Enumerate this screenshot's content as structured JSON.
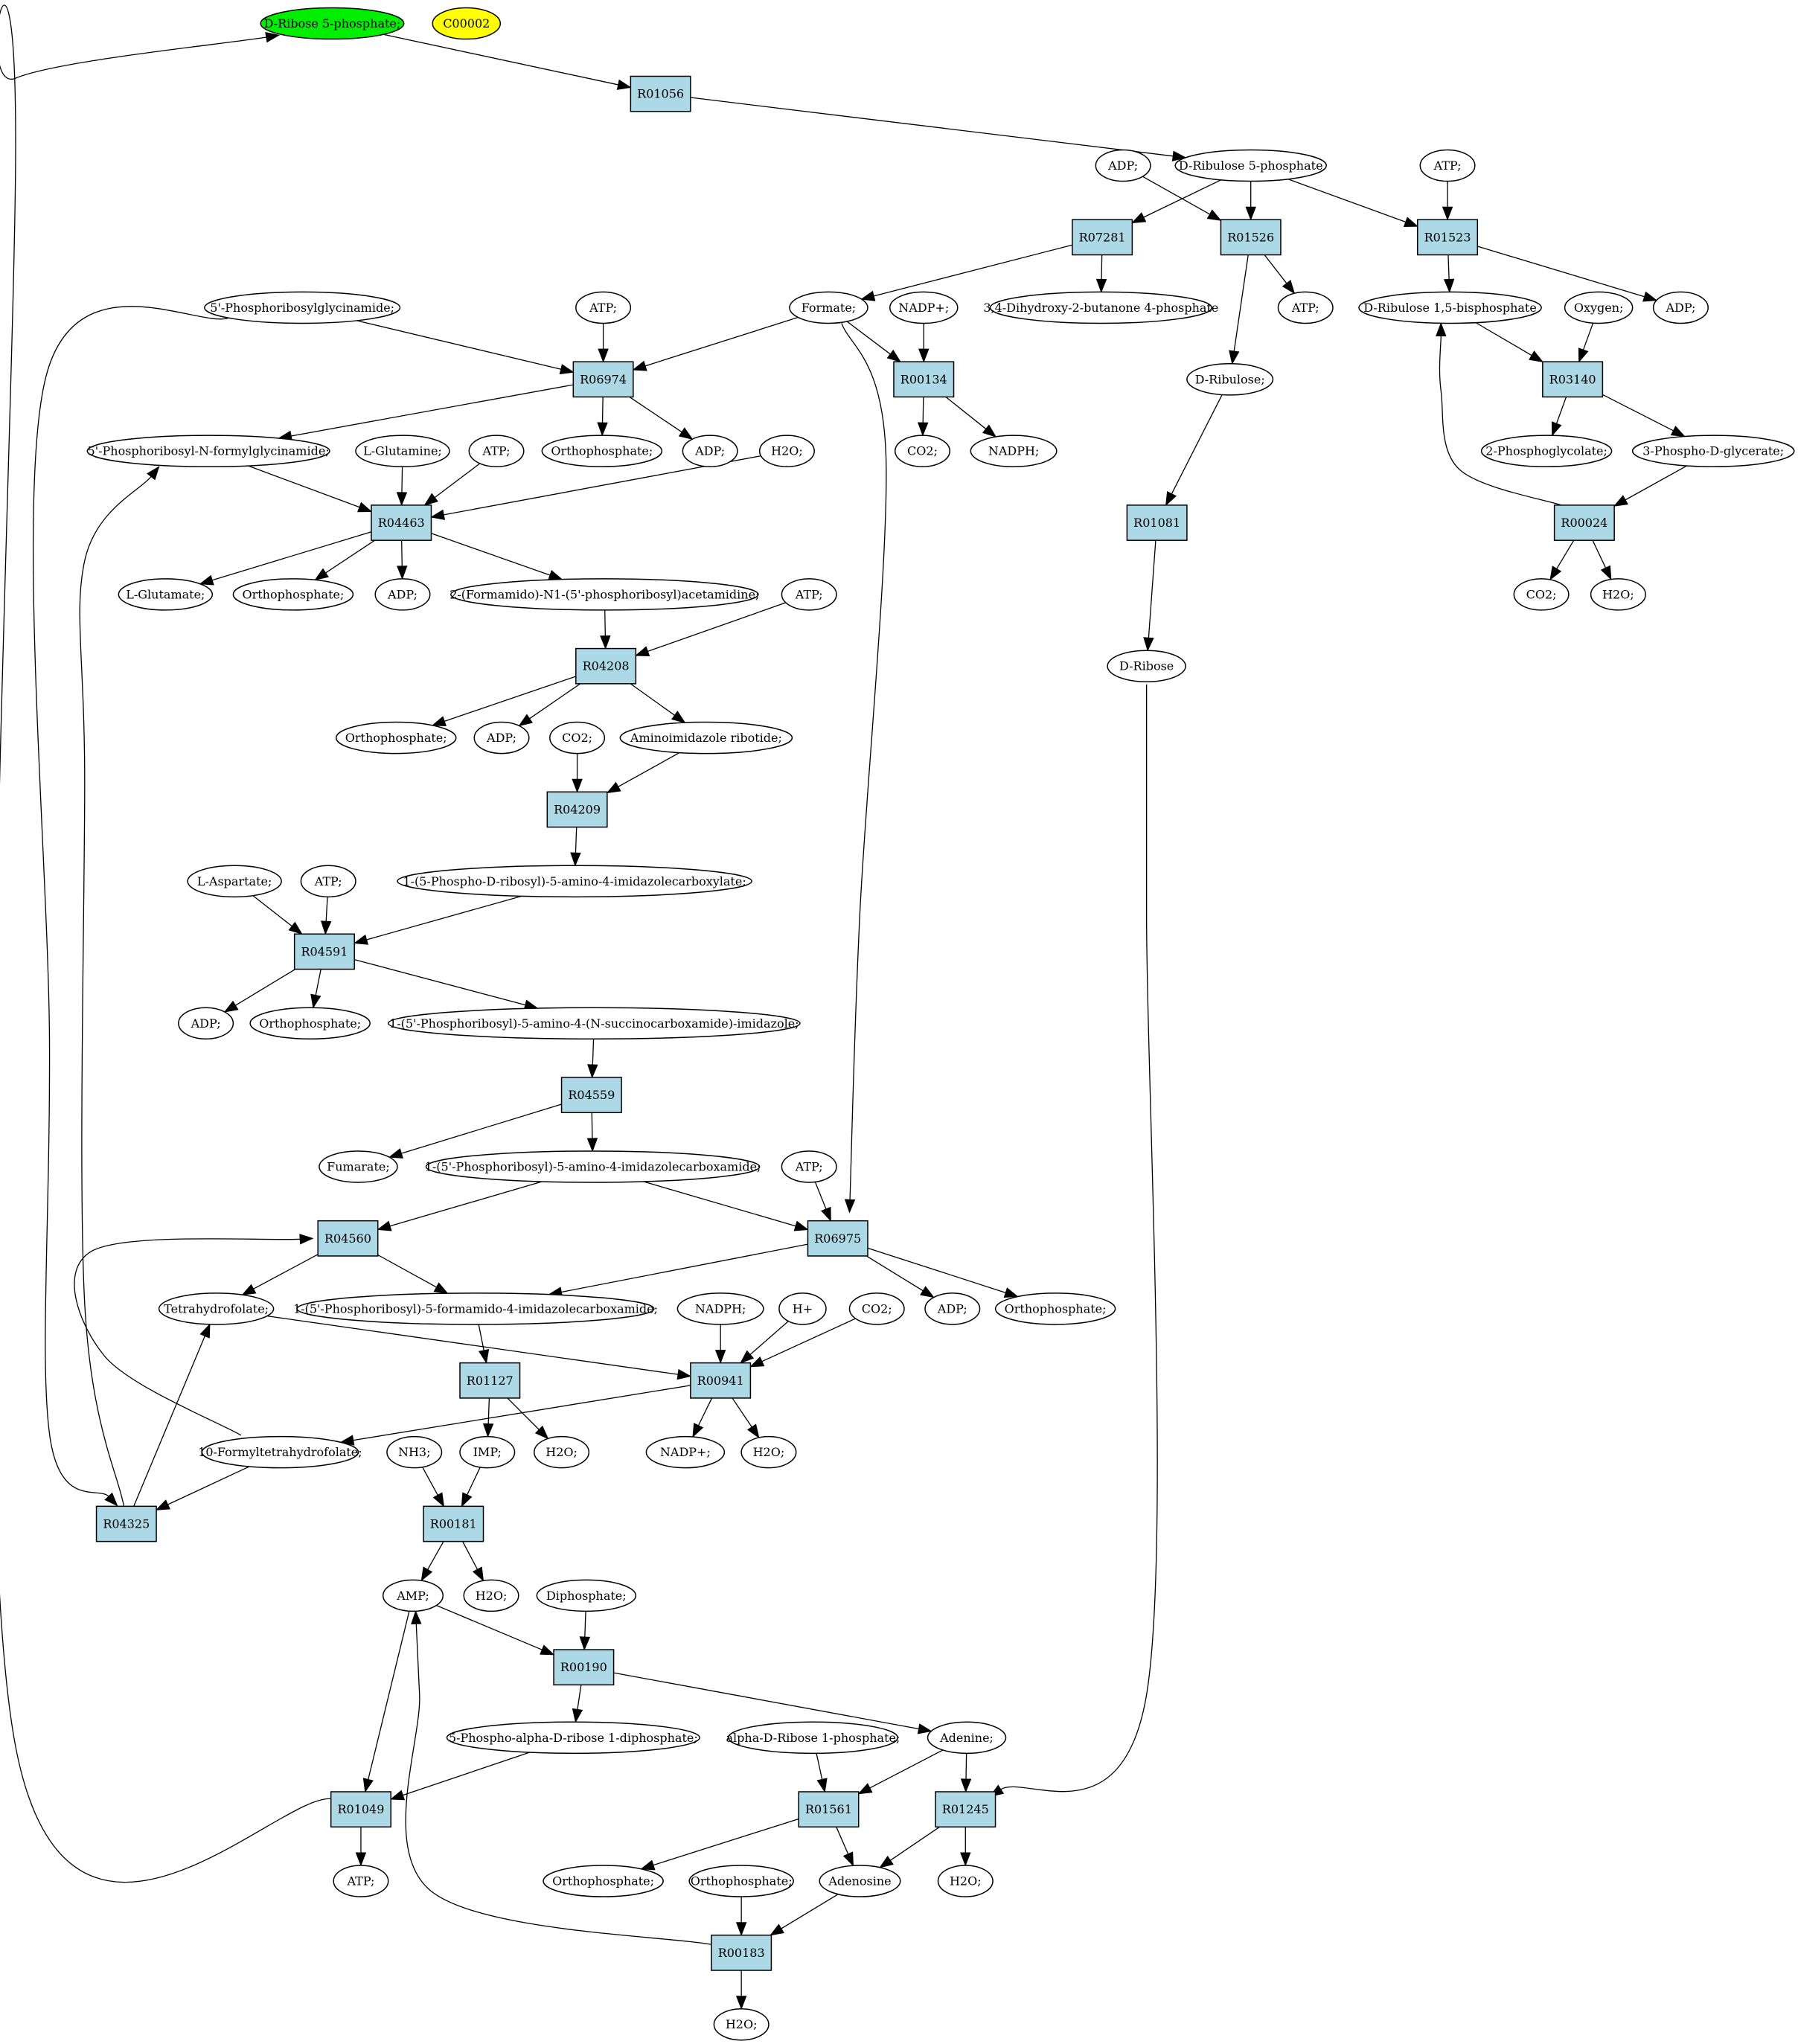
{
  "nodes": [
    {
      "id": "n1",
      "label": "D-Ribose 5-phosphate;",
      "kind": "compound",
      "fill": "#00ee00"
    },
    {
      "id": "n2",
      "label": "C00002",
      "kind": "compound",
      "fill": "#ffff00"
    },
    {
      "id": "r1",
      "label": "R01056",
      "kind": "reaction",
      "fill": "#add8e6"
    },
    {
      "id": "n3",
      "label": "ADP;",
      "kind": "compound"
    },
    {
      "id": "n4",
      "label": "D-Ribulose 5-phosphate",
      "kind": "compound"
    },
    {
      "id": "n5",
      "label": "ATP;",
      "kind": "compound"
    },
    {
      "id": "r2",
      "label": "R07281",
      "kind": "reaction",
      "fill": "#add8e6"
    },
    {
      "id": "r3",
      "label": "R01526",
      "kind": "reaction",
      "fill": "#add8e6"
    },
    {
      "id": "r4",
      "label": "R01523",
      "kind": "reaction",
      "fill": "#add8e6"
    },
    {
      "id": "n6",
      "label": "5'-Phosphoribosylglycinamide;",
      "kind": "compound"
    },
    {
      "id": "n7",
      "label": "ATP;",
      "kind": "compound"
    },
    {
      "id": "n8",
      "label": "Formate;",
      "kind": "compound"
    },
    {
      "id": "n9",
      "label": "NADP+;",
      "kind": "compound"
    },
    {
      "id": "n10",
      "label": "3,4-Dihydroxy-2-butanone 4-phosphate",
      "kind": "compound"
    },
    {
      "id": "n11",
      "label": "ATP;",
      "kind": "compound"
    },
    {
      "id": "n12",
      "label": "D-Ribulose 1,5-bisphosphate",
      "kind": "compound"
    },
    {
      "id": "n13",
      "label": "Oxygen;",
      "kind": "compound"
    },
    {
      "id": "n14",
      "label": "ADP;",
      "kind": "compound"
    },
    {
      "id": "r5",
      "label": "R06974",
      "kind": "reaction",
      "fill": "#add8e6"
    },
    {
      "id": "r6",
      "label": "R00134",
      "kind": "reaction",
      "fill": "#add8e6"
    },
    {
      "id": "n15",
      "label": "D-Ribulose;",
      "kind": "compound"
    },
    {
      "id": "r7",
      "label": "R03140",
      "kind": "reaction",
      "fill": "#add8e6"
    },
    {
      "id": "n16",
      "label": "5'-Phosphoribosyl-N-formylglycinamide;",
      "kind": "compound"
    },
    {
      "id": "n17",
      "label": "L-Glutamine;",
      "kind": "compound"
    },
    {
      "id": "n18",
      "label": "ATP;",
      "kind": "compound"
    },
    {
      "id": "n19",
      "label": "Orthophosphate;",
      "kind": "compound"
    },
    {
      "id": "n20",
      "label": "ADP;",
      "kind": "compound"
    },
    {
      "id": "n21",
      "label": "H2O;",
      "kind": "compound"
    },
    {
      "id": "n22",
      "label": "CO2;",
      "kind": "compound"
    },
    {
      "id": "n23",
      "label": "NADPH;",
      "kind": "compound"
    },
    {
      "id": "n24",
      "label": "2-Phosphoglycolate;",
      "kind": "compound"
    },
    {
      "id": "n25",
      "label": "3-Phospho-D-glycerate;",
      "kind": "compound"
    },
    {
      "id": "r8",
      "label": "R04463",
      "kind": "reaction",
      "fill": "#add8e6"
    },
    {
      "id": "r9",
      "label": "R01081",
      "kind": "reaction",
      "fill": "#add8e6"
    },
    {
      "id": "r10",
      "label": "R00024",
      "kind": "reaction",
      "fill": "#add8e6"
    },
    {
      "id": "n26",
      "label": "L-Glutamate;",
      "kind": "compound"
    },
    {
      "id": "n27",
      "label": "Orthophosphate;",
      "kind": "compound"
    },
    {
      "id": "n28",
      "label": "ADP;",
      "kind": "compound"
    },
    {
      "id": "n29",
      "label": "2-(Formamido)-N1-(5'-phosphoribosyl)acetamidine;",
      "kind": "compound"
    },
    {
      "id": "n30",
      "label": "ATP;",
      "kind": "compound"
    },
    {
      "id": "n31",
      "label": "CO2;",
      "kind": "compound"
    },
    {
      "id": "n32",
      "label": "H2O;",
      "kind": "compound"
    },
    {
      "id": "r11",
      "label": "R04208",
      "kind": "reaction",
      "fill": "#add8e6"
    },
    {
      "id": "n33",
      "label": "D-Ribose",
      "kind": "compound"
    },
    {
      "id": "n34",
      "label": "Orthophosphate;",
      "kind": "compound"
    },
    {
      "id": "n35",
      "label": "ADP;",
      "kind": "compound"
    },
    {
      "id": "n36",
      "label": "CO2;",
      "kind": "compound"
    },
    {
      "id": "n37",
      "label": "Aminoimidazole ribotide;",
      "kind": "compound"
    },
    {
      "id": "r12",
      "label": "R04209",
      "kind": "reaction",
      "fill": "#add8e6"
    },
    {
      "id": "n38",
      "label": "L-Aspartate;",
      "kind": "compound"
    },
    {
      "id": "n39",
      "label": "ATP;",
      "kind": "compound"
    },
    {
      "id": "n40",
      "label": "1-(5-Phospho-D-ribosyl)-5-amino-4-imidazolecarboxylate;",
      "kind": "compound"
    },
    {
      "id": "r13",
      "label": "R04591",
      "kind": "reaction",
      "fill": "#add8e6"
    },
    {
      "id": "n41",
      "label": "ADP;",
      "kind": "compound"
    },
    {
      "id": "n42",
      "label": "Orthophosphate;",
      "kind": "compound"
    },
    {
      "id": "n43",
      "label": "1-(5'-Phosphoribosyl)-5-amino-4-(N-succinocarboxamide)-imidazole;",
      "kind": "compound"
    },
    {
      "id": "r14",
      "label": "R04559",
      "kind": "reaction",
      "fill": "#add8e6"
    },
    {
      "id": "n44",
      "label": "Fumarate;",
      "kind": "compound"
    },
    {
      "id": "n45",
      "label": "1-(5'-Phosphoribosyl)-5-amino-4-imidazolecarboxamide;",
      "kind": "compound"
    },
    {
      "id": "n46",
      "label": "ATP;",
      "kind": "compound"
    },
    {
      "id": "r15",
      "label": "R04560",
      "kind": "reaction",
      "fill": "#add8e6"
    },
    {
      "id": "r16",
      "label": "R06975",
      "kind": "reaction",
      "fill": "#add8e6"
    },
    {
      "id": "n47",
      "label": "Tetrahydrofolate;",
      "kind": "compound"
    },
    {
      "id": "n48",
      "label": "1-(5'-Phosphoribosyl)-5-formamido-4-imidazolecarboxamide;",
      "kind": "compound"
    },
    {
      "id": "n49",
      "label": "NADPH;",
      "kind": "compound"
    },
    {
      "id": "n50",
      "label": "H+",
      "kind": "compound"
    },
    {
      "id": "n51",
      "label": "CO2;",
      "kind": "compound"
    },
    {
      "id": "n52",
      "label": "ADP;",
      "kind": "compound"
    },
    {
      "id": "n53",
      "label": "Orthophosphate;",
      "kind": "compound"
    },
    {
      "id": "r17",
      "label": "R01127",
      "kind": "reaction",
      "fill": "#add8e6"
    },
    {
      "id": "r18",
      "label": "R00941",
      "kind": "reaction",
      "fill": "#add8e6"
    },
    {
      "id": "n54",
      "label": "10-Formyltetrahydrofolate;",
      "kind": "compound"
    },
    {
      "id": "n55",
      "label": "NH3;",
      "kind": "compound"
    },
    {
      "id": "n56",
      "label": "IMP;",
      "kind": "compound"
    },
    {
      "id": "n57",
      "label": "H2O;",
      "kind": "compound"
    },
    {
      "id": "n58",
      "label": "NADP+;",
      "kind": "compound"
    },
    {
      "id": "n59",
      "label": "H2O;",
      "kind": "compound"
    },
    {
      "id": "r19",
      "label": "R04325",
      "kind": "reaction",
      "fill": "#add8e6"
    },
    {
      "id": "r20",
      "label": "R00181",
      "kind": "reaction",
      "fill": "#add8e6"
    },
    {
      "id": "n60",
      "label": "AMP;",
      "kind": "compound"
    },
    {
      "id": "n61",
      "label": "H2O;",
      "kind": "compound"
    },
    {
      "id": "n62",
      "label": "Diphosphate;",
      "kind": "compound"
    },
    {
      "id": "r21",
      "label": "R00190",
      "kind": "reaction",
      "fill": "#add8e6"
    },
    {
      "id": "n63",
      "label": "5-Phospho-alpha-D-ribose 1-diphosphate;",
      "kind": "compound"
    },
    {
      "id": "n64",
      "label": "alpha-D-Ribose 1-phosphate;",
      "kind": "compound"
    },
    {
      "id": "n65",
      "label": "Adenine;",
      "kind": "compound"
    },
    {
      "id": "r22",
      "label": "R01049",
      "kind": "reaction",
      "fill": "#add8e6"
    },
    {
      "id": "r23",
      "label": "R01561",
      "kind": "reaction",
      "fill": "#add8e6"
    },
    {
      "id": "r24",
      "label": "R01245",
      "kind": "reaction",
      "fill": "#add8e6"
    },
    {
      "id": "n66",
      "label": "ATP;",
      "kind": "compound"
    },
    {
      "id": "n67",
      "label": "Orthophosphate;",
      "kind": "compound"
    },
    {
      "id": "n68",
      "label": "Orthophosphate;",
      "kind": "compound"
    },
    {
      "id": "n69",
      "label": "Adenosine",
      "kind": "compound"
    },
    {
      "id": "n70",
      "label": "H2O;",
      "kind": "compound"
    },
    {
      "id": "r25",
      "label": "R00183",
      "kind": "reaction",
      "fill": "#add8e6"
    },
    {
      "id": "n71",
      "label": "H2O;",
      "kind": "compound"
    }
  ],
  "edges": [
    [
      "n1",
      "r1"
    ],
    [
      "r1",
      "n4"
    ],
    [
      "n4",
      "r2"
    ],
    [
      "n3",
      "r3"
    ],
    [
      "n4",
      "r3"
    ],
    [
      "n4",
      "r4"
    ],
    [
      "n5",
      "r4"
    ],
    [
      "r2",
      "n8"
    ],
    [
      "r2",
      "n10"
    ],
    [
      "r3",
      "n11"
    ],
    [
      "r3",
      "n15"
    ],
    [
      "r4",
      "n12"
    ],
    [
      "r4",
      "n14"
    ],
    [
      "n6",
      "r5"
    ],
    [
      "n7",
      "r5"
    ],
    [
      "n8",
      "r5"
    ],
    [
      "n8",
      "r6"
    ],
    [
      "n9",
      "r6"
    ],
    [
      "n8",
      "r16"
    ],
    [
      "n12",
      "r7"
    ],
    [
      "n13",
      "r7"
    ],
    [
      "r7",
      "n24"
    ],
    [
      "r7",
      "n25"
    ],
    [
      "n25",
      "r10"
    ],
    [
      "r10",
      "n12"
    ],
    [
      "r10",
      "n31"
    ],
    [
      "r10",
      "n32"
    ],
    [
      "r5",
      "n16"
    ],
    [
      "r5",
      "n19"
    ],
    [
      "r5",
      "n20"
    ],
    [
      "r6",
      "n22"
    ],
    [
      "r6",
      "n23"
    ],
    [
      "n15",
      "r9"
    ],
    [
      "r9",
      "n33"
    ],
    [
      "n33",
      "r24"
    ],
    [
      "n16",
      "r8"
    ],
    [
      "n17",
      "r8"
    ],
    [
      "n18",
      "r8"
    ],
    [
      "n21",
      "r8"
    ],
    [
      "r8",
      "n26"
    ],
    [
      "r8",
      "n27"
    ],
    [
      "r8",
      "n28"
    ],
    [
      "r8",
      "n29"
    ],
    [
      "n29",
      "r11"
    ],
    [
      "n30",
      "r11"
    ],
    [
      "r11",
      "n34"
    ],
    [
      "r11",
      "n35"
    ],
    [
      "r11",
      "n37"
    ],
    [
      "n36",
      "r12"
    ],
    [
      "n37",
      "r12"
    ],
    [
      "r12",
      "n40"
    ],
    [
      "n38",
      "r13"
    ],
    [
      "n39",
      "r13"
    ],
    [
      "n40",
      "r13"
    ],
    [
      "r13",
      "n41"
    ],
    [
      "r13",
      "n42"
    ],
    [
      "r13",
      "n43"
    ],
    [
      "n43",
      "r14"
    ],
    [
      "r14",
      "n44"
    ],
    [
      "r14",
      "n45"
    ],
    [
      "n45",
      "r15"
    ],
    [
      "n45",
      "r16"
    ],
    [
      "n46",
      "r16"
    ],
    [
      "r16",
      "n48"
    ],
    [
      "r16",
      "n52"
    ],
    [
      "r16",
      "n53"
    ],
    [
      "r15",
      "n47"
    ],
    [
      "r15",
      "n48"
    ],
    [
      "n54",
      "r15"
    ],
    [
      "n47",
      "r18"
    ],
    [
      "n49",
      "r18"
    ],
    [
      "n50",
      "r18"
    ],
    [
      "n51",
      "r18"
    ],
    [
      "r18",
      "n54"
    ],
    [
      "r18",
      "n58"
    ],
    [
      "r18",
      "n59"
    ],
    [
      "n48",
      "r17"
    ],
    [
      "r17",
      "n56"
    ],
    [
      "r17",
      "n57"
    ],
    [
      "n6",
      "r19"
    ],
    [
      "n54",
      "r19"
    ],
    [
      "r19",
      "n16"
    ],
    [
      "r19",
      "n47"
    ],
    [
      "n55",
      "r20"
    ],
    [
      "n56",
      "r20"
    ],
    [
      "r20",
      "n60"
    ],
    [
      "r20",
      "n61"
    ],
    [
      "n60",
      "r21"
    ],
    [
      "n62",
      "r21"
    ],
    [
      "r21",
      "n63"
    ],
    [
      "r21",
      "n65"
    ],
    [
      "n60",
      "r22"
    ],
    [
      "n63",
      "r22"
    ],
    [
      "r22",
      "n66"
    ],
    [
      "r22",
      "n1"
    ],
    [
      "n64",
      "r23"
    ],
    [
      "n65",
      "r23"
    ],
    [
      "r23",
      "n67"
    ],
    [
      "r23",
      "n69"
    ],
    [
      "n65",
      "r24"
    ],
    [
      "r24",
      "n69"
    ],
    [
      "r24",
      "n70"
    ],
    [
      "n68",
      "r25"
    ],
    [
      "n69",
      "r25"
    ],
    [
      "r25",
      "n71"
    ],
    [
      "r25",
      "n60"
    ]
  ]
}
